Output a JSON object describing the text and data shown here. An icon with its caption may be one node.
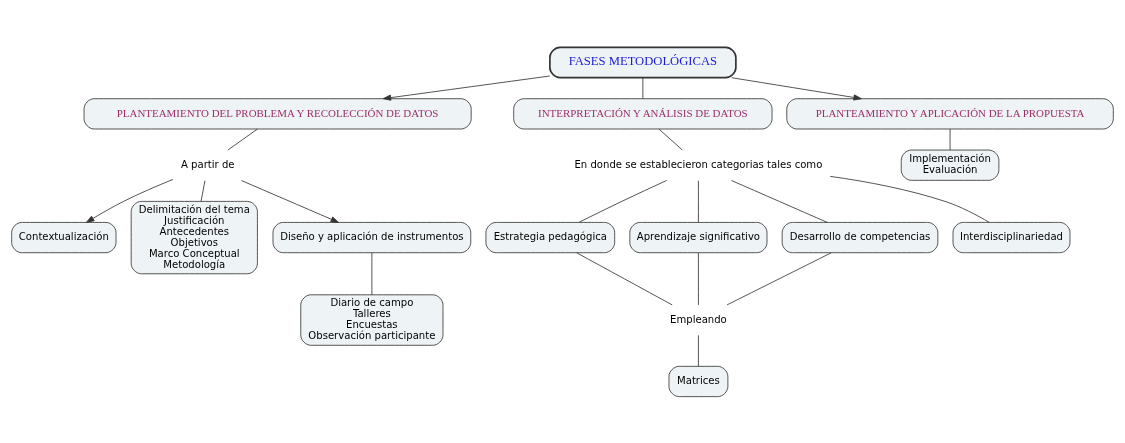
{
  "diagram": {
    "nodes": [
      {
        "text": [
          "FASES METODOLÓGICAS"
        ]
      },
      {
        "text": [
          "PLANTEAMIENTO DEL PROBLEMA Y RECOLECCIÓN DE DATOS"
        ]
      },
      {
        "text": [
          "INTERPRETACIÓN Y ANÁLISIS DE DATOS"
        ]
      },
      {
        "text": [
          "PLANTEAMIENTO Y APLICACIÓN DE LA PROPUESTA"
        ]
      },
      {
        "text": [
          "A partir de"
        ]
      },
      {
        "text": [
          "Contextualización"
        ]
      },
      {
        "text": [
          "Delimitación del tema",
          "Justificación",
          "Antecedentes",
          "Objetivos",
          "Marco Conceptual",
          "Metodología"
        ]
      },
      {
        "text": [
          "Diseño y aplicación de instrumentos"
        ]
      },
      {
        "text": [
          "Diario de campo",
          "Talleres",
          "Encuestas",
          "Observación participante"
        ]
      },
      {
        "text": [
          "En donde se establecieron categorias tales como"
        ]
      },
      {
        "text": [
          "Estrategia pedagógica"
        ]
      },
      {
        "text": [
          "Aprendizaje significativo"
        ]
      },
      {
        "text": [
          "Desarrollo de competencias"
        ]
      },
      {
        "text": [
          "Interdisciplinariedad"
        ]
      },
      {
        "text": [
          "Empleando"
        ]
      },
      {
        "text": [
          "Matrices"
        ]
      },
      {
        "text": [
          "Implementación",
          "Evaluación"
        ]
      }
    ],
    "edges": [
      {
        "from": 0,
        "to": 1,
        "arrow": "to"
      },
      {
        "from": 0,
        "to": 2,
        "arrow": "none"
      },
      {
        "from": 0,
        "to": 3,
        "arrow": "to"
      },
      {
        "from": 1,
        "to": 4,
        "arrow": "none"
      },
      {
        "from": 4,
        "to": 5,
        "arrow": "to"
      },
      {
        "from": 4,
        "to": 6,
        "arrow": "none"
      },
      {
        "from": 4,
        "to": 7,
        "arrow": "to"
      },
      {
        "from": 7,
        "to": 8,
        "arrow": "none"
      },
      {
        "from": 2,
        "to": 9,
        "arrow": "none"
      },
      {
        "from": 9,
        "to": 10,
        "arrow": "none"
      },
      {
        "from": 9,
        "to": 11,
        "arrow": "none"
      },
      {
        "from": 9,
        "to": 13,
        "arrow": "none"
      },
      {
        "from": 9,
        "to": 12,
        "arrow": "none"
      },
      {
        "from": 10,
        "to": 14,
        "arrow": "none"
      },
      {
        "from": 11,
        "to": 14,
        "arrow": "none"
      },
      {
        "from": 12,
        "to": 14,
        "arrow": "none"
      },
      {
        "from": 14,
        "to": 15,
        "arrow": "none"
      },
      {
        "from": 3,
        "to": 16,
        "arrow": "none"
      }
    ]
  }
}
